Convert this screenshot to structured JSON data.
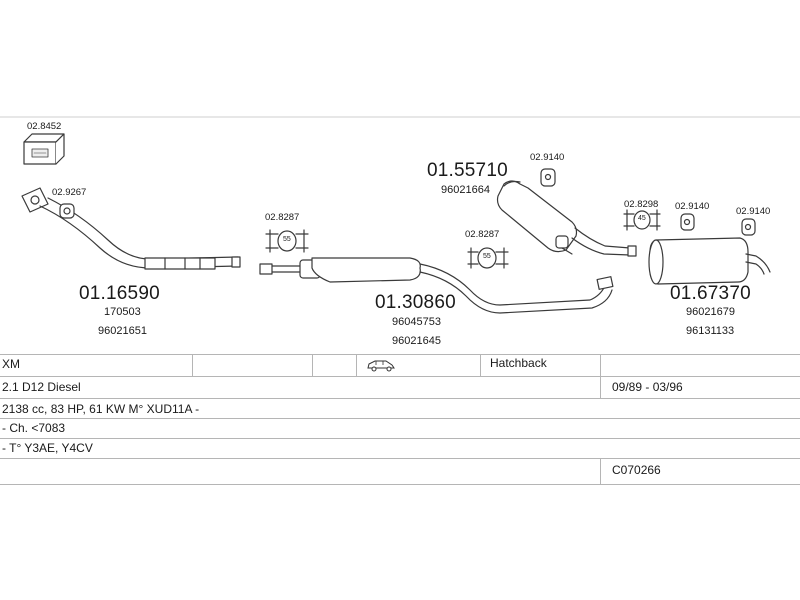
{
  "parts": {
    "kit_box": "02.8452",
    "gasket_front": "02.9267",
    "front_pipe": {
      "number": "01.16590",
      "ref1": "170503",
      "ref2": "96021651"
    },
    "clamp_1": {
      "number": "02.8287",
      "size": "55"
    },
    "middle_silencer": {
      "number": "01.30860",
      "ref1": "96045753",
      "ref2": "96021645"
    },
    "clamp_2": {
      "number": "02.8287",
      "size": "55"
    },
    "center_silencer": {
      "number": "01.55710",
      "ref1": "96021664"
    },
    "rubber_1": "02.9140",
    "clamp_3": {
      "number": "02.8298",
      "size": "45"
    },
    "rubber_2": "02.9140",
    "rubber_3": "02.9140",
    "rear_silencer": {
      "number": "01.67370",
      "ref1": "96021679",
      "ref2": "96131133"
    }
  },
  "vehicle": {
    "model": "XM",
    "body_type": "Hatchback",
    "engine": "2.1 D12 Diesel",
    "period": "09/89 - 03/96",
    "engine_detail": "2138 cc, 83 HP, 61 KW M° XUD11A -",
    "chassis": "- Ch. <7083",
    "type_codes": "- T° Y3AE, Y4CV",
    "code": "C070266"
  },
  "colors": {
    "line": "#3a3a3a",
    "grid": "#b5b5b5",
    "fill": "#ffffff"
  }
}
